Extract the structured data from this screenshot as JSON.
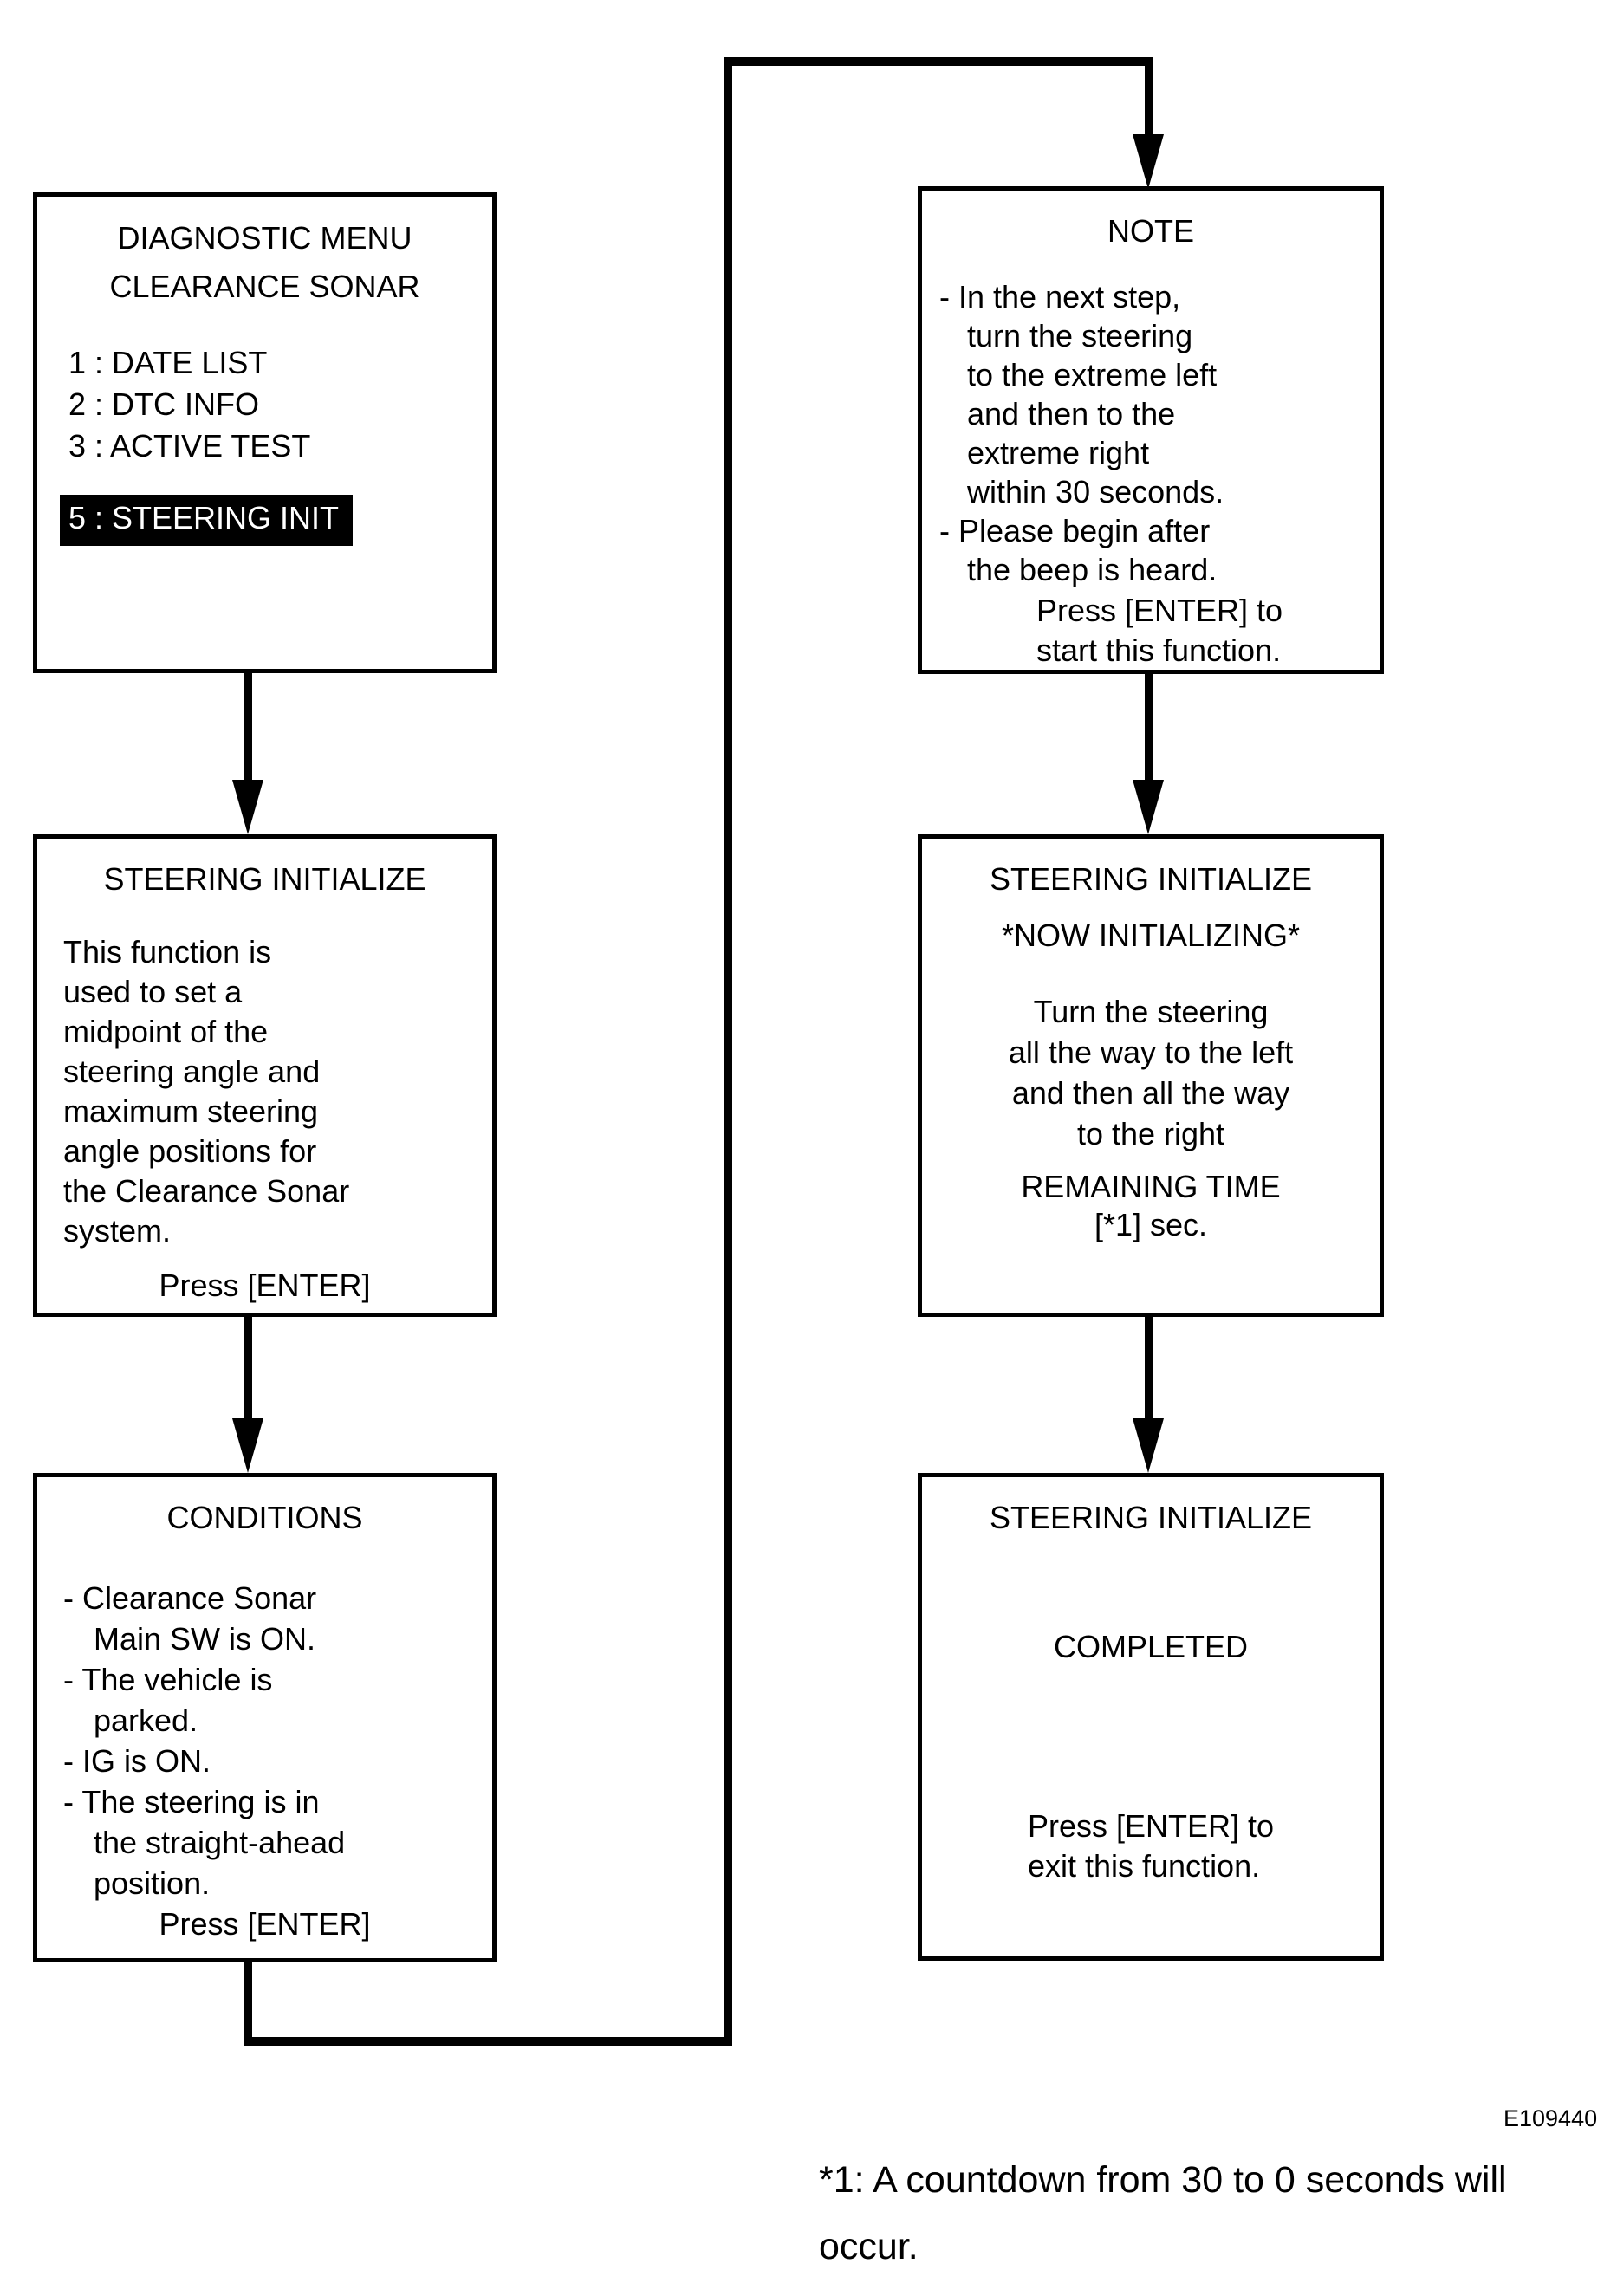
{
  "colors": {
    "ink": "#000000",
    "paper": "#ffffff",
    "highlight_bg": "#000000",
    "highlight_fg": "#ffffff"
  },
  "figure_id": "E109440",
  "footnote": {
    "line1": "*1: A countdown from 30 to 0 seconds will",
    "line2": "occur."
  },
  "boxes": {
    "diagnostic_menu": {
      "title_line1": "DIAGNOSTIC MENU",
      "title_line2": "CLEARANCE SONAR",
      "items": [
        "1 : DATE LIST",
        "2 : DTC INFO",
        "3 : ACTIVE TEST"
      ],
      "highlighted_item": "5 : STEERING INIT"
    },
    "steering_initialize_info": {
      "title": "STEERING INITIALIZE",
      "body_lines": [
        "This function is",
        "used to set a",
        "midpoint of the",
        "steering angle and",
        "maximum steering",
        "angle positions for",
        "the Clearance Sonar",
        "system."
      ],
      "footer": "Press [ENTER]"
    },
    "conditions": {
      "title": "CONDITIONS",
      "body_lines": [
        "- Clearance Sonar",
        "Main SW is ON.",
        "- The vehicle is",
        "parked.",
        "- IG is ON.",
        "- The steering is in",
        "the straight-ahead",
        "position."
      ],
      "footer": "Press [ENTER]"
    },
    "note": {
      "title": "NOTE",
      "body_lines": [
        "- In the next step,",
        "turn the steering",
        "to the extreme left",
        "and then to the",
        "extreme right",
        "within 30 seconds.",
        "- Please begin after",
        "the beep is heard."
      ],
      "footer_line1": "Press [ENTER] to",
      "footer_line2": "start this function."
    },
    "now_initializing": {
      "title": "STEERING INITIALIZE",
      "subtitle": "*NOW INITIALIZING*",
      "body_lines": [
        "Turn the steering",
        "all the way to the left",
        "and then all the way",
        "to the right"
      ],
      "footer_line1": "REMAINING TIME",
      "footer_line2": "[*1] sec."
    },
    "completed": {
      "title": "STEERING INITIALIZE",
      "status": "COMPLETED",
      "footer_line1": "Press [ENTER] to",
      "footer_line2": "exit this function."
    }
  }
}
